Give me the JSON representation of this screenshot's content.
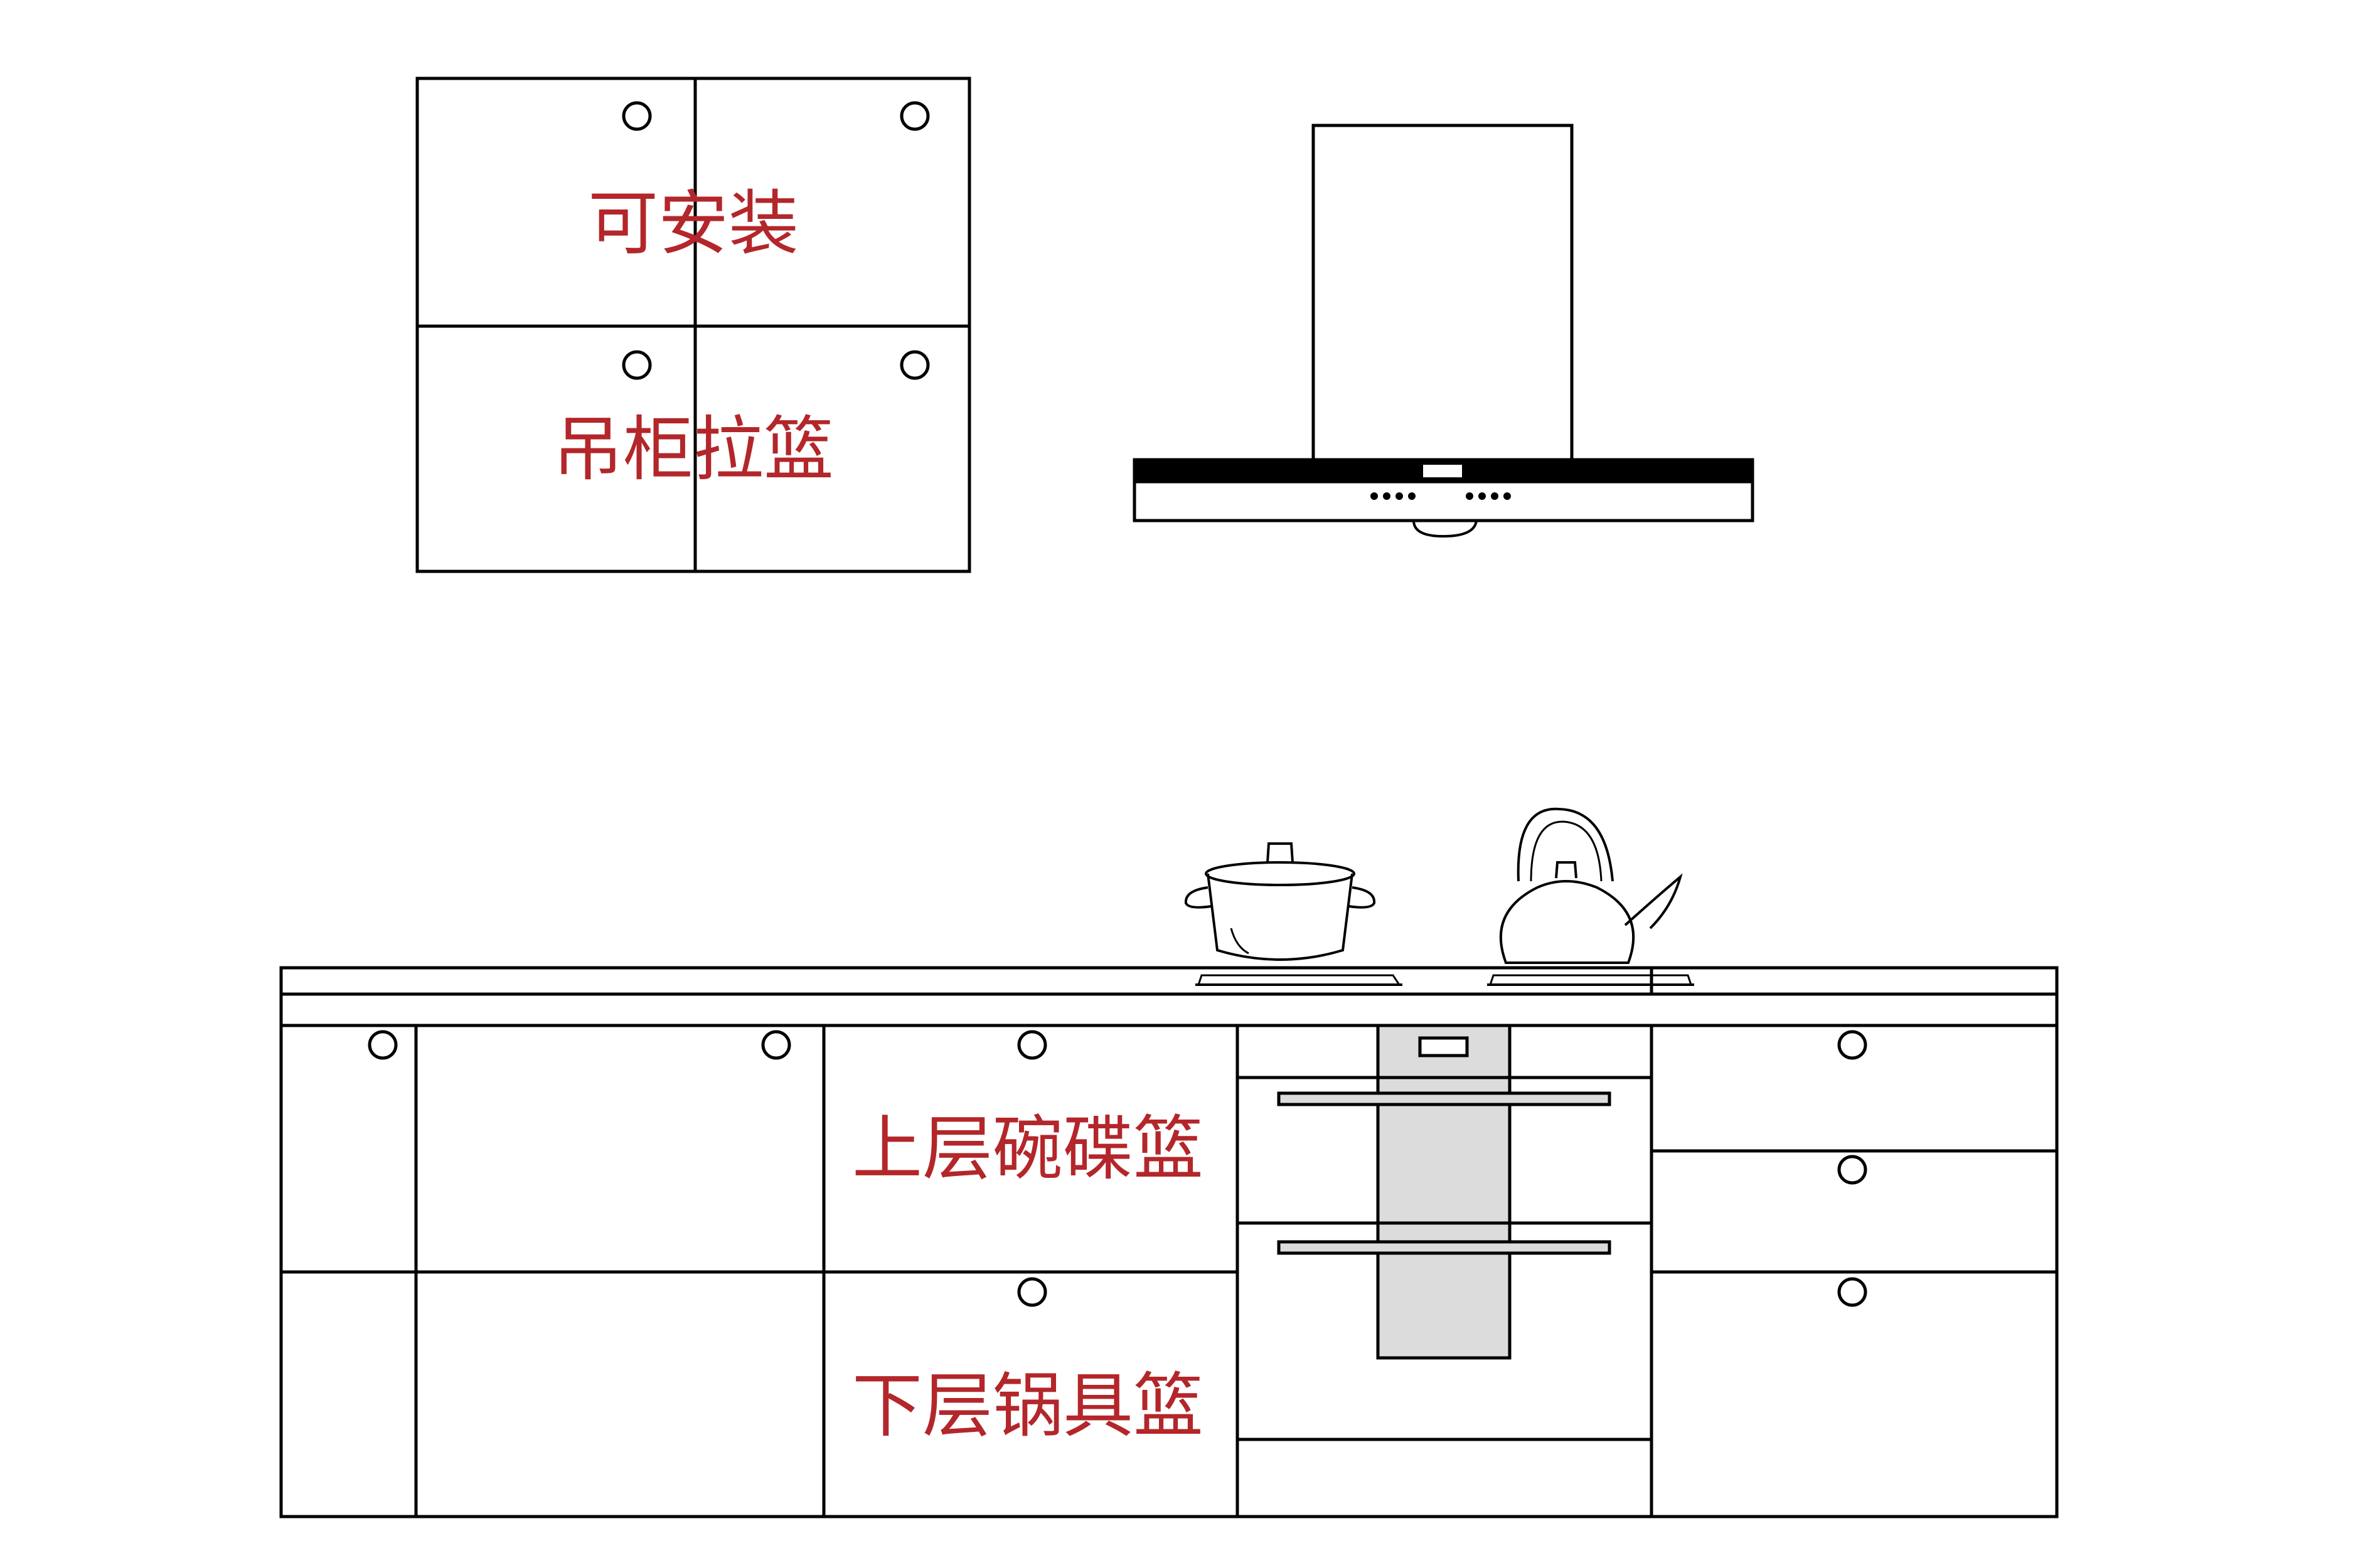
{
  "labels": {
    "upper_cabinet_line1": "可安装",
    "upper_cabinet_line2": "吊柜拉篮",
    "upper_drawer": "上层碗碟篮",
    "lower_drawer": "下层锅具篮"
  },
  "colors": {
    "line": "#000000",
    "label": "#b3262a",
    "appliance_panel": "#dcdcdc",
    "hood_band": "#000000"
  },
  "icons": {
    "knob": "knob-circle",
    "pot": "pot-icon",
    "kettle": "kettle-icon"
  }
}
